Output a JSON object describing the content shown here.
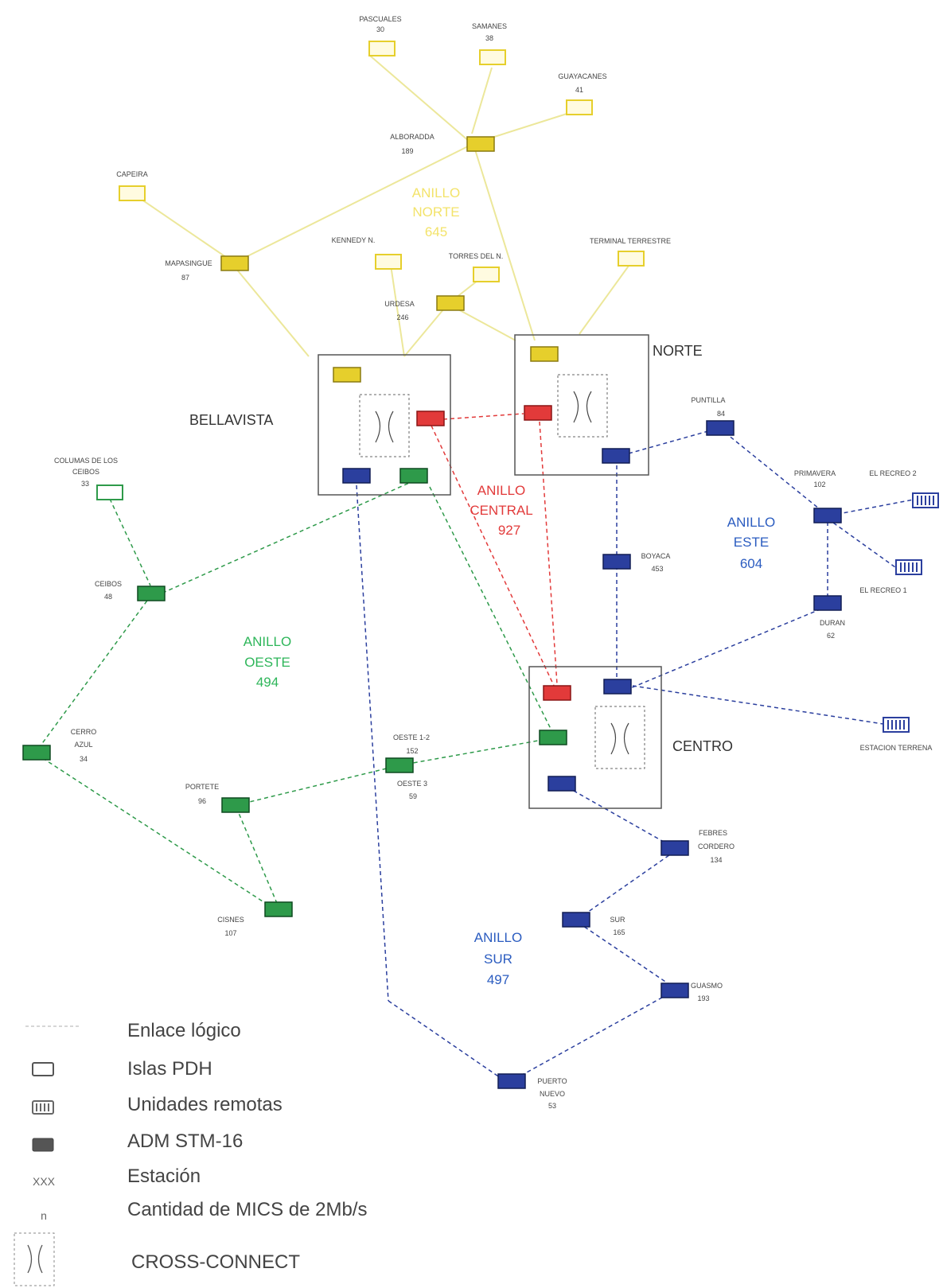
{
  "colors": {
    "north": "#e6cf2c",
    "north_line": "#ece79a",
    "central": "#e23a3a",
    "west": "#2e9a4a",
    "east_south": "#2b3f9e",
    "box": "#555555"
  },
  "hubs": {
    "bellavista": "BELLAVISTA",
    "norte": "NORTE",
    "centro": "CENTRO"
  },
  "rings": {
    "norte": {
      "line1": "ANILLO",
      "line2": "NORTE",
      "value": "645"
    },
    "central": {
      "line1": "ANILLO",
      "line2": "CENTRAL",
      "value": "927"
    },
    "este": {
      "line1": "ANILLO",
      "line2": "ESTE",
      "value": "604"
    },
    "oeste": {
      "line1": "ANILLO",
      "line2": "OESTE",
      "value": "494"
    },
    "sur": {
      "line1": "ANILLO",
      "line2": "SUR",
      "value": "497"
    }
  },
  "stations": {
    "pascuales": {
      "name": "PASCUALES",
      "mics": "30"
    },
    "samanes": {
      "name": "SAMANES",
      "mics": "38"
    },
    "guayacanes": {
      "name": "GUAYACANES",
      "mics": "41"
    },
    "alborada": {
      "name": "ALBORADDA",
      "mics": "189"
    },
    "capeira": {
      "name": "CAPEIRA",
      "mics": ""
    },
    "kennedy": {
      "name": "KENNEDY N.",
      "mics": ""
    },
    "torres": {
      "name": "TORRES DEL N.",
      "mics": ""
    },
    "terminal": {
      "name": "TERMINAL TERRESTRE",
      "mics": ""
    },
    "mapasingue": {
      "name": "MAPASINGUE",
      "mics": "87"
    },
    "urdesa": {
      "name": "URDESA",
      "mics": "246"
    },
    "puntilla": {
      "name": "PUNTILLA",
      "mics": "84"
    },
    "primavera": {
      "name": "PRIMAVERA",
      "mics": "102"
    },
    "recreo2": {
      "name": "EL RECREO 2",
      "mics": ""
    },
    "recreo1": {
      "name": "EL RECREO 1",
      "mics": ""
    },
    "boyaca": {
      "name": "BOYACA",
      "mics": "453"
    },
    "duran": {
      "name": "DURAN",
      "mics": "62"
    },
    "columnas": {
      "name1": "COLUMAS DE LOS",
      "name2": "CEIBOS",
      "mics": "33"
    },
    "ceibos": {
      "name": "CEIBOS",
      "mics": "48"
    },
    "cerro": {
      "name1": "CERRO",
      "name2": "AZUL",
      "mics": "34"
    },
    "portete": {
      "name": "PORTETE",
      "mics": "96"
    },
    "cisnes": {
      "name": "CISNES",
      "mics": "107"
    },
    "oeste12": {
      "name": "OESTE 1-2",
      "mics": "152"
    },
    "oeste3": {
      "name": "OESTE 3",
      "mics": "59"
    },
    "estacion": {
      "name": "ESTACION TERRENA",
      "mics": ""
    },
    "febres": {
      "name1": "FEBRES",
      "name2": "CORDERO",
      "mics": "134"
    },
    "sur": {
      "name": "SUR",
      "mics": "165"
    },
    "guasmo": {
      "name": "GUASMO",
      "mics": "193"
    },
    "puerto": {
      "name1": "PUERTO",
      "name2": "NUEVO",
      "mics": "53"
    }
  },
  "legend": {
    "items": [
      {
        "sample": "",
        "label": "Enlace  lógico"
      },
      {
        "sample": "",
        "label": "Islas PDH"
      },
      {
        "sample": "",
        "label": "Unidades  remotas"
      },
      {
        "sample": "",
        "label": "ADM STM-16"
      },
      {
        "sample": "XXX",
        "label": "Estación"
      },
      {
        "sample": "n",
        "label": "Cantidad de  MICS de 2Mb/s"
      },
      {
        "sample": "",
        "label": "CROSS-CONNECT"
      }
    ]
  }
}
